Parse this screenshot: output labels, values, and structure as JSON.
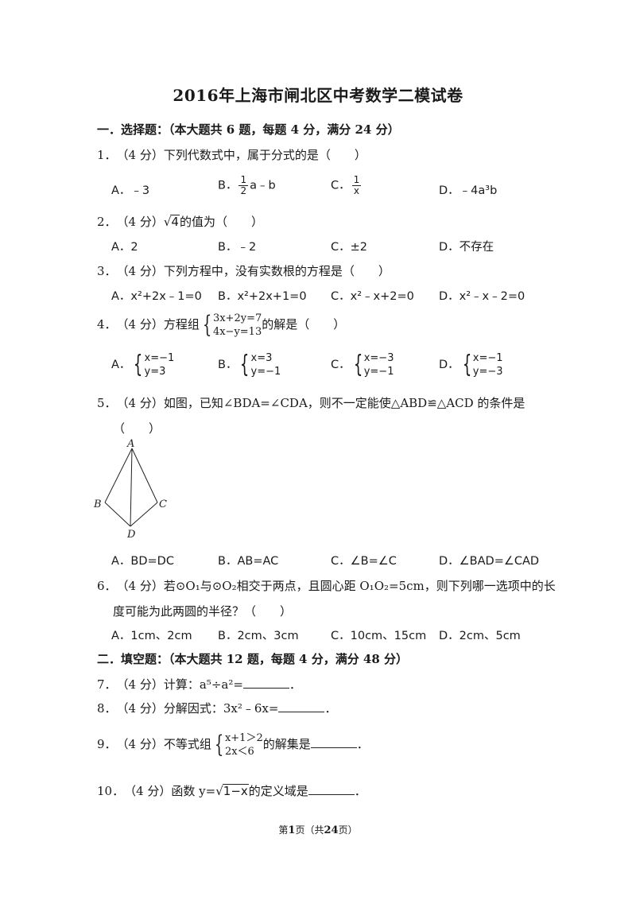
{
  "title": "2016年上海市闸北区中考数学二模试卷",
  "sections": {
    "s1": "一．选择题：（本大题共 6 题，每题 4 分，满分 24 分）",
    "s2": "二．填空题：（本大题共 12 题，每题 4 分，满分 48 分）"
  },
  "q1": {
    "num": "1．",
    "text": "（4 分）下列代数式中，属于分式的是（　　）",
    "a": "A．﹣3",
    "b_label": "B．",
    "b_frac_num": "1",
    "b_frac_den": "2",
    "b_rest": "a﹣b",
    "c_label": "C．",
    "c_frac_num": "1",
    "c_frac_den": "x",
    "d": "D．﹣4a³b"
  },
  "q2": {
    "num": "2．",
    "pre": "（4 分）",
    "rad": "4",
    "post": "的值为（　　）",
    "a": "A．2",
    "b": "B．﹣2",
    "c": "C．±2",
    "d": "D．不存在"
  },
  "q3": {
    "num": "3．",
    "text": "（4 分）下列方程中，没有实数根的方程是（　　）",
    "a": "A．x²+2x﹣1=0",
    "b": "B．x²+2x+1=0",
    "c": "C．x²﹣x+2=0",
    "d": "D．x²﹣x﹣2=0"
  },
  "q4": {
    "num": "4．",
    "pre": "（4 分）方程组",
    "l1": "3x+2y=7",
    "l2": "4x−y=13",
    "post": "的解是（　　）",
    "a_label": "A．",
    "a1": "x=−1",
    "a2": "y=3",
    "b_label": "B．",
    "b1": "x=3",
    "b2": "y=−1",
    "c_label": "C．",
    "c1": "x=−3",
    "c2": "y=−1",
    "d_label": "D．",
    "d1": "x=−1",
    "d2": "y=−3"
  },
  "q5": {
    "num": "5．",
    "text": "（4 分）如图，已知∠BDA=∠CDA，则不一定能使△ABD≌△ACD 的条件是",
    "paren": "（　　）",
    "fig": {
      "A": "A",
      "B": "B",
      "C": "C",
      "D": "D"
    },
    "a": "A．BD=DC",
    "b": "B．AB=AC",
    "c": "C．∠B=∠C",
    "d": "D．∠BAD=∠CAD"
  },
  "q6": {
    "num": "6．",
    "line1": "（4 分）若⊙O₁与⊙O₂相交于两点，且圆心距 O₁O₂=5cm，则下列哪一选项中的长",
    "line2": "度可能为此两圆的半径？（　　）",
    "a": "A．1cm、2cm",
    "b": "B．2cm、3cm",
    "c": "C．10cm、15cm",
    "d": "D．2cm、5cm"
  },
  "q7": {
    "num": "7．",
    "text": "（4 分）计算：a⁵÷a²=",
    "end": "．"
  },
  "q8": {
    "num": "8．",
    "text": "（4 分）分解因式：3x²﹣6x=",
    "end": "．"
  },
  "q9": {
    "num": "9．",
    "pre": "（4 分）不等式组",
    "l1": "x+1＞2",
    "l2": "2x＜6",
    "post": "的解集是",
    "end": "．"
  },
  "q10": {
    "num": "10．",
    "pre": "（4 分）函数 y=",
    "rad": "1−x",
    "post": "的定义域是",
    "end": "．"
  },
  "footer": {
    "pre": "第",
    "page": "1",
    "mid": "页（共",
    "total": "24",
    "post": "页）"
  }
}
